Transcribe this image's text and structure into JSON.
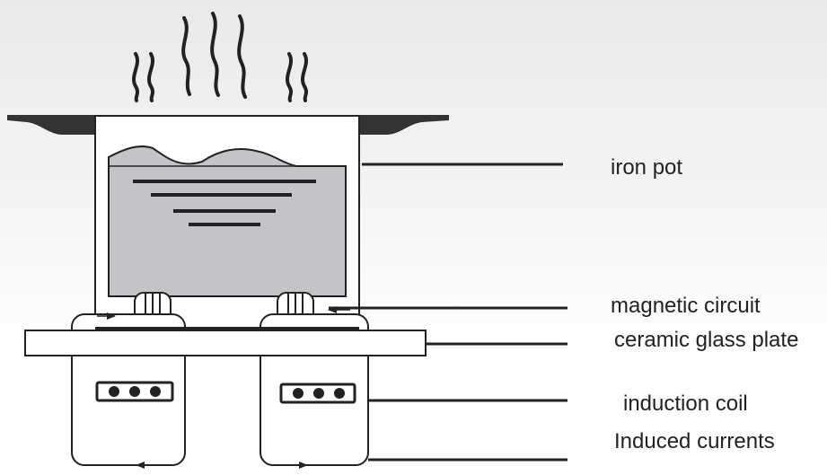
{
  "labels": {
    "iron_pot": "iron pot",
    "magnetic_circuit": "magnetic circuit",
    "ceramic_glass_plate": "ceramic glass plate",
    "induction_coil": "induction coil",
    "induced_currents": "Induced currents"
  },
  "colors": {
    "stroke": "#222222",
    "liquid": "#c4c3c8",
    "pot_body": "#ffffff",
    "rim": "#333333"
  }
}
